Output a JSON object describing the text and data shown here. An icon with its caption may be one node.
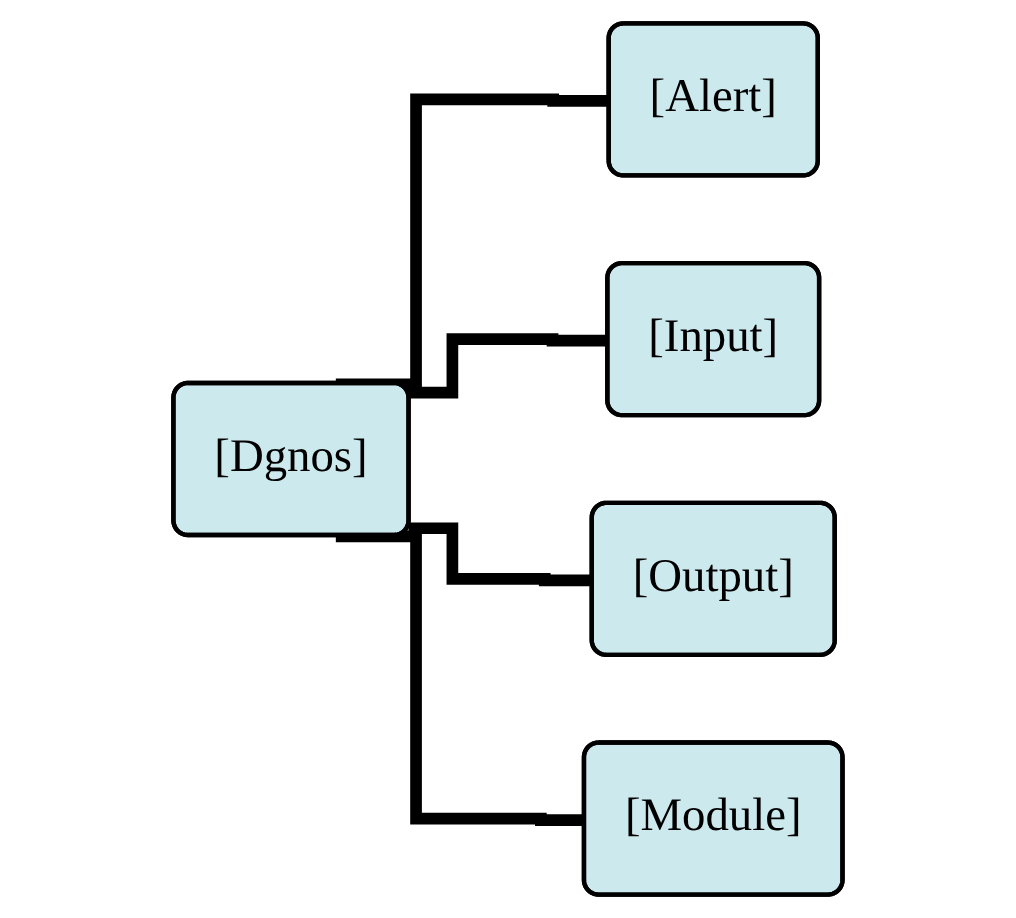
{
  "diagram": {
    "nodes": [
      {
        "text": [
          "[Dgnos]"
        ]
      },
      {
        "text": [
          "[Alert]"
        ]
      },
      {
        "text": [
          "[Input]"
        ]
      },
      {
        "text": [
          "[Output]"
        ]
      },
      {
        "text": [
          "[Module]"
        ]
      }
    ],
    "edges": [
      {
        "from": 0,
        "to": 1,
        "arrow": "none"
      },
      {
        "from": 0,
        "to": 2,
        "arrow": "none"
      },
      {
        "from": 0,
        "to": 3,
        "arrow": "none"
      },
      {
        "from": 0,
        "to": 4,
        "arrow": "none"
      }
    ]
  }
}
